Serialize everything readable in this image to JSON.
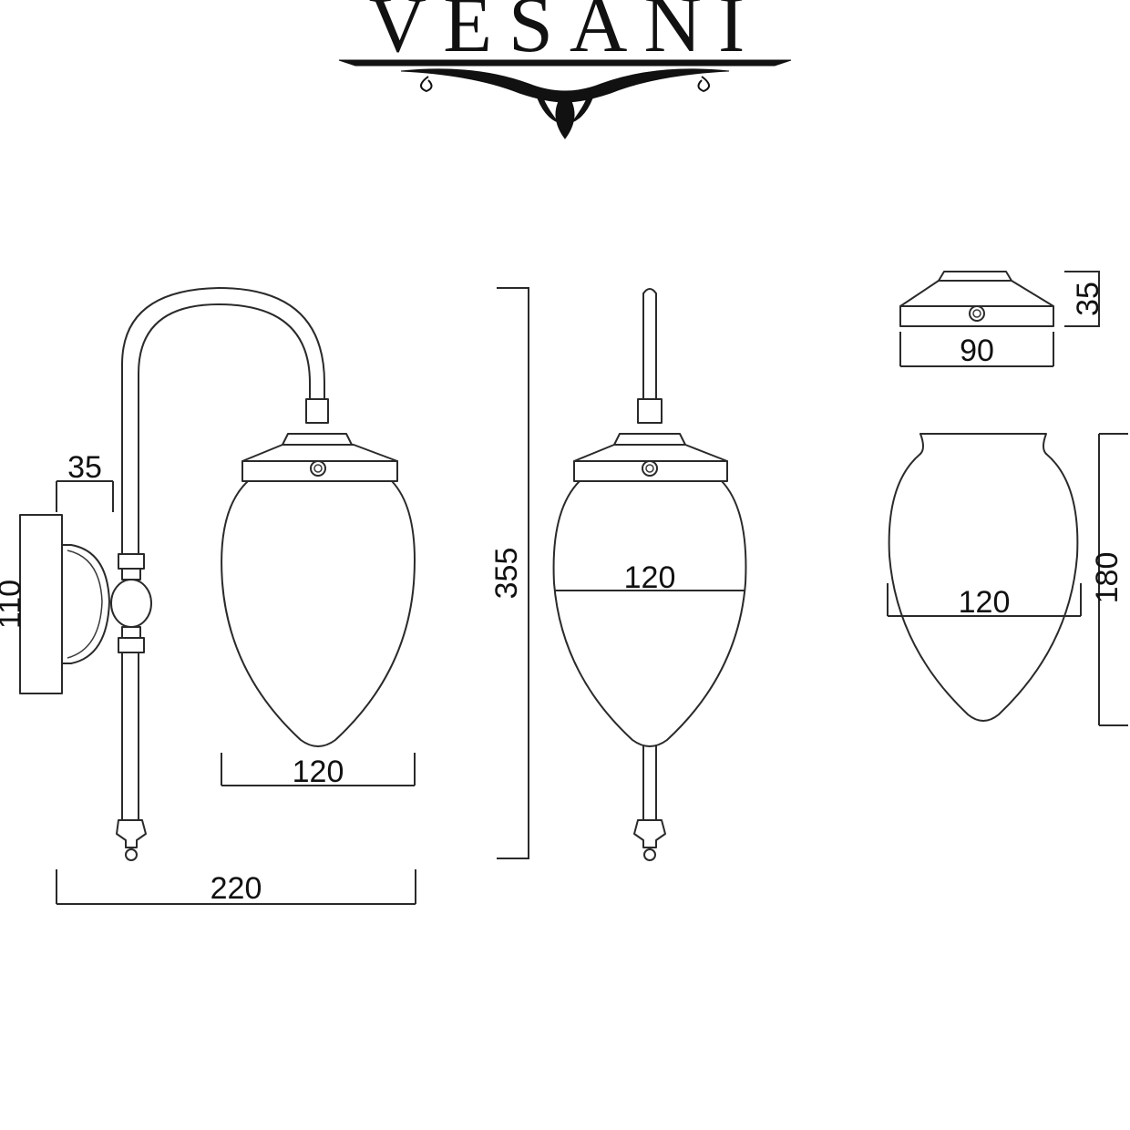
{
  "brand": {
    "name": "VESANI"
  },
  "dimensions": {
    "side_depth": "35",
    "side_backplate_height": "110",
    "side_shade_width": "120",
    "side_total_width": "220",
    "front_total_height": "355",
    "front_shade_width": "120",
    "canopy_height": "35",
    "canopy_width": "90",
    "shade_height": "180",
    "shade_width": "120"
  }
}
